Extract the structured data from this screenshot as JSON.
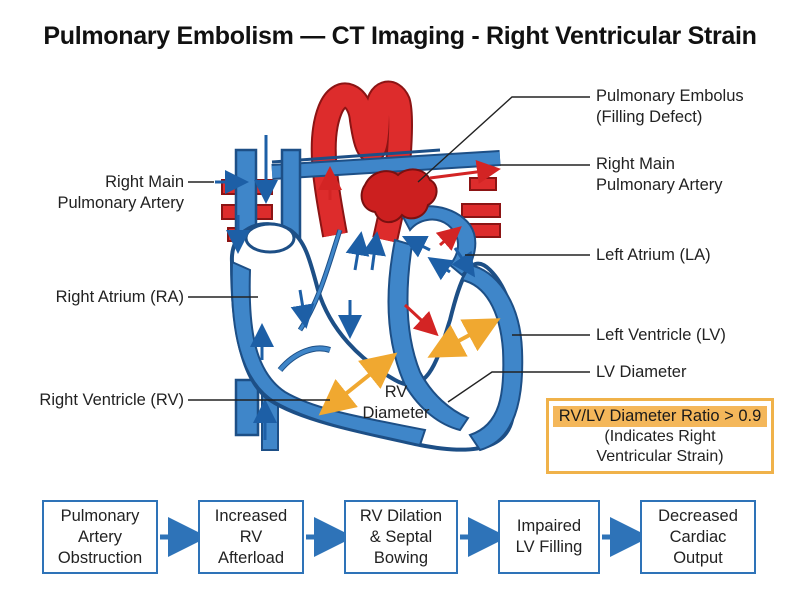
{
  "title": "Pulmonary Embolism — CT Imaging - Right Ventricular Strain",
  "labels": {
    "rmpa_left_1": "Right Main",
    "rmpa_left_2": "Pulmonary Artery",
    "ra": "Right Atrium (RA)",
    "rv": "Right Ventricle (RV)",
    "pe_1": "Pulmonary Embolus",
    "pe_2": "(Filling Defect)",
    "rmpa_right_1": "Right Main",
    "rmpa_right_2": "Pulmonary Artery",
    "la": "Left Atrium (LA)",
    "lv": "Left Ventricle (LV)",
    "lv_diameter": "LV Diameter",
    "rv_diameter_1": "RV",
    "rv_diameter_2": "Diameter"
  },
  "ratio_box": {
    "title": "RV/LV Diameter Ratio > 0.9",
    "note_1": "(Indicates Right",
    "note_2": "Ventricular Strain)"
  },
  "flow": [
    {
      "line1": "Pulmonary",
      "line2": "Artery",
      "line3": "Obstruction"
    },
    {
      "line1": "Increased",
      "line2": "RV",
      "line3": "Afterload"
    },
    {
      "line1": "RV Dilation",
      "line2": "& Septal",
      "line3": "Bowing"
    },
    {
      "line1": "Impaired",
      "line2": "LV Filling",
      "line3": ""
    },
    {
      "line1": "Decreased",
      "line2": "Cardiac",
      "line3": "Output"
    }
  ],
  "colors": {
    "blue_vessel": "#3f86c9",
    "blue_outline": "#1d4f86",
    "red_vessel": "#dd2c2c",
    "red_outline": "#8c1414",
    "clot": "#cc1f1f",
    "measure_arrow": "#f0a830",
    "flow_border": "#2e73b8"
  }
}
